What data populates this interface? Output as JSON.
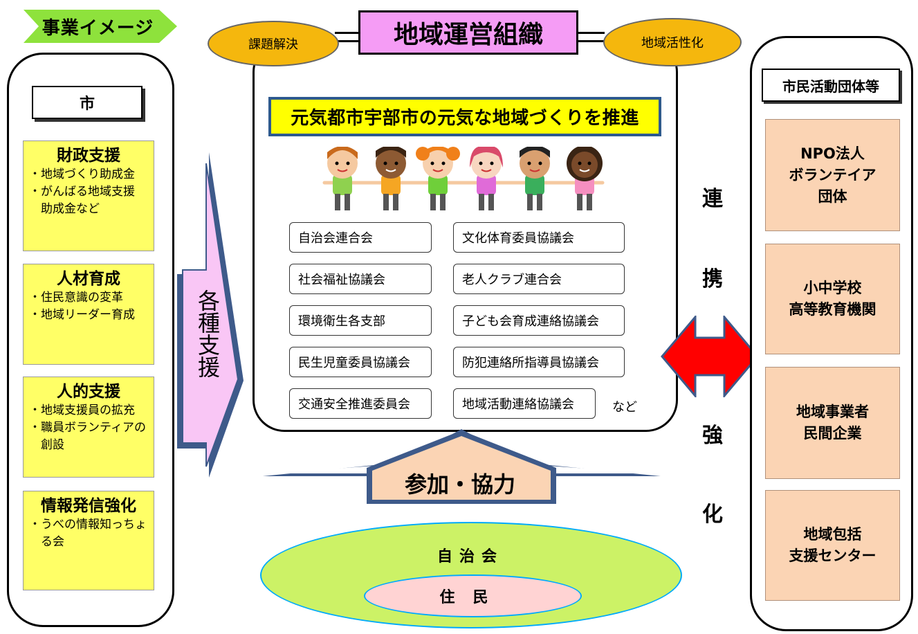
{
  "header": {
    "title": "事業イメージ"
  },
  "city": {
    "label": "市",
    "supports": [
      {
        "title": "財政支援",
        "items": [
          "・地域づくり助成金",
          "・がんばる地域支援",
          "　助成金など"
        ]
      },
      {
        "title": "人材育成",
        "items": [
          "・住民意識の変革",
          "・地域リーダー育成"
        ]
      },
      {
        "title": "人的支援",
        "items": [
          "・地域支援員の拡充",
          "・職員ボランティアの",
          "　創設"
        ]
      },
      {
        "title": "情報発信強化",
        "items": [
          "・うべの情報知っちょ",
          "　る会"
        ]
      }
    ]
  },
  "support_arrow": {
    "label": "各種支援"
  },
  "organization": {
    "title": "地域運営組織",
    "left_goal": "課題解決",
    "right_goal": "地域活性化",
    "slogan": "元気都市宇部市の元気な地域づくりを推進",
    "members_left": [
      "自治会連合会",
      "社会福祉協議会",
      "環境衛生各支部",
      "民生児童委員協議会",
      "交通安全推進委員会"
    ],
    "members_right": [
      "文化体育委員協議会",
      "老人クラブ連合会",
      "子ども会育成連絡協議会",
      "防犯連絡所指導員協議会",
      "地域活動連絡協議会"
    ],
    "etc": "など"
  },
  "participation": {
    "label": "参加・協力"
  },
  "community": {
    "association": "自治会",
    "residents": "住民"
  },
  "cooperation": {
    "chars": [
      "連",
      "携",
      "強",
      "化"
    ]
  },
  "citizen_groups": {
    "label": "市民活動団体等",
    "groups": [
      [
        "NPO法人",
        "ボランテイア",
        "団体"
      ],
      [
        "小中学校",
        "高等教育機関"
      ],
      [
        "地域事業者",
        "民間企業"
      ],
      [
        "地域包括",
        "支援センター"
      ]
    ]
  },
  "colors": {
    "tag_green": "#8ee23c",
    "support_yellow": "#ffff66",
    "org_pink": "#f59cf5",
    "oval_orange": "#f5b70d",
    "slogan_border": "#2e5a8f",
    "arrow_pink": "#f9c6f5",
    "arrow_border": "#3e5a8a",
    "participate_fill": "#fbd4b4",
    "coop_red": "#ff0000",
    "ellipse_green": "#ccf266",
    "ellipse_pink": "#ffd3d3",
    "group_peach": "#fbd4b4"
  },
  "icons": [
    "children-holding-hands-illustration"
  ]
}
